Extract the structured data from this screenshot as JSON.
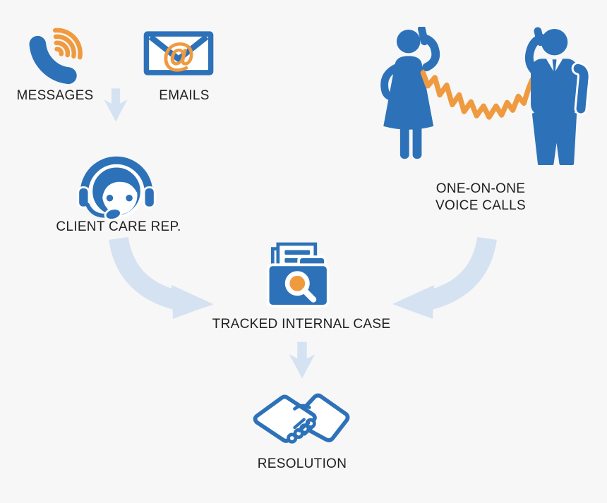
{
  "diagram": {
    "type": "flowchart",
    "nodes": {
      "messages": {
        "label": "MESSAGES",
        "icon": "phone-signal-icon"
      },
      "emails": {
        "label": "EMAILS",
        "icon": "envelope-at-icon"
      },
      "client_care_rep": {
        "label": "CLIENT CARE REP.",
        "icon": "headset-agent-icon"
      },
      "voice_calls": {
        "line1": "ONE-ON-ONE",
        "line2": "VOICE CALLS",
        "icon": "two-people-phone-call-icon"
      },
      "tracked_internal_case": {
        "label": "TRACKED INTERNAL CASE",
        "icon": "folder-search-icon"
      },
      "resolution": {
        "label": "RESOLUTION",
        "icon": "handshake-icon"
      }
    },
    "edges": [
      {
        "from": "messages/emails",
        "to": "client_care_rep",
        "style": "straight-down-arrow"
      },
      {
        "from": "client_care_rep",
        "to": "tracked_internal_case",
        "style": "curved-arrow-right"
      },
      {
        "from": "voice_calls",
        "to": "tracked_internal_case",
        "style": "curved-arrow-left"
      },
      {
        "from": "tracked_internal_case",
        "to": "resolution",
        "style": "straight-down-arrow"
      }
    ],
    "colors": {
      "primary_blue": "#2D72B8",
      "accent_orange": "#F09A40",
      "arrow_light_blue": "#D5E2F2",
      "background": "#F7F7F7",
      "text": "#1F1F1F"
    }
  }
}
